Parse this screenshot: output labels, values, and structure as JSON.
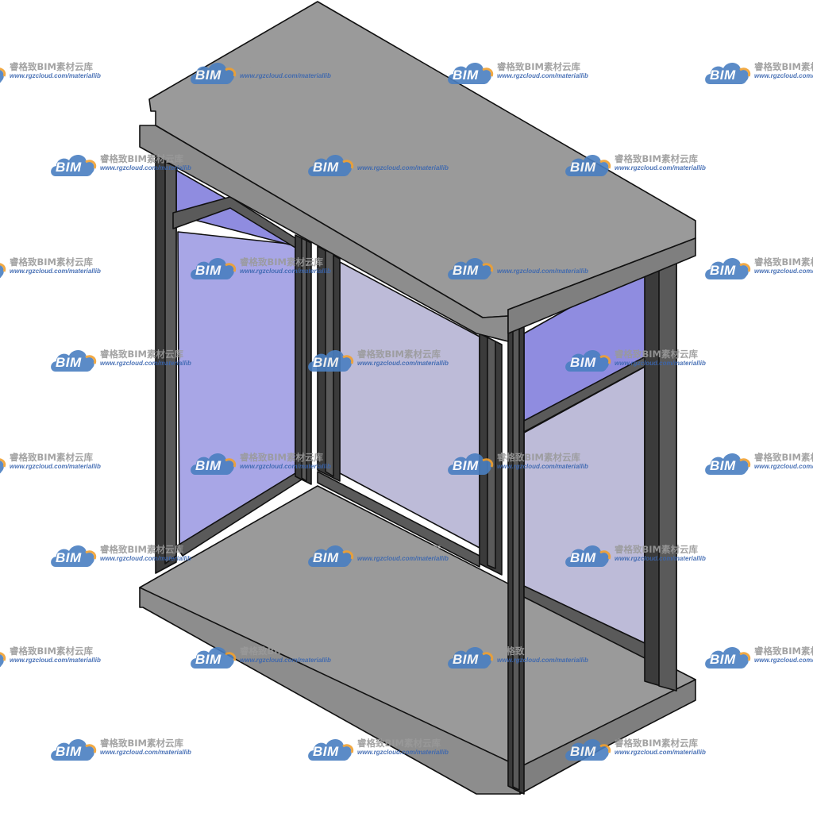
{
  "model": {
    "name": "",
    "colors": {
      "slab_top": "#9a9a9a",
      "slab_edge": "#7f7f7f",
      "slab_side": "#8d8d8d",
      "frame_dark": "#3b3b3b",
      "frame_mid": "#5a5a5a",
      "glass_blue": "#a8a6e6",
      "glass_pale": "#bdbbd8",
      "glass_deep": "#8f8ce0",
      "outline": "#111111"
    }
  },
  "watermark": {
    "brand": "BIM",
    "name_cn": "睿格致BIM素材云库",
    "url": "www.rgzcloud.com/materiallib",
    "colors": {
      "cloud": "#4a7fc1",
      "accent": "#f0a030",
      "text": "#9a9a9a",
      "url": "#3a66b0"
    }
  }
}
